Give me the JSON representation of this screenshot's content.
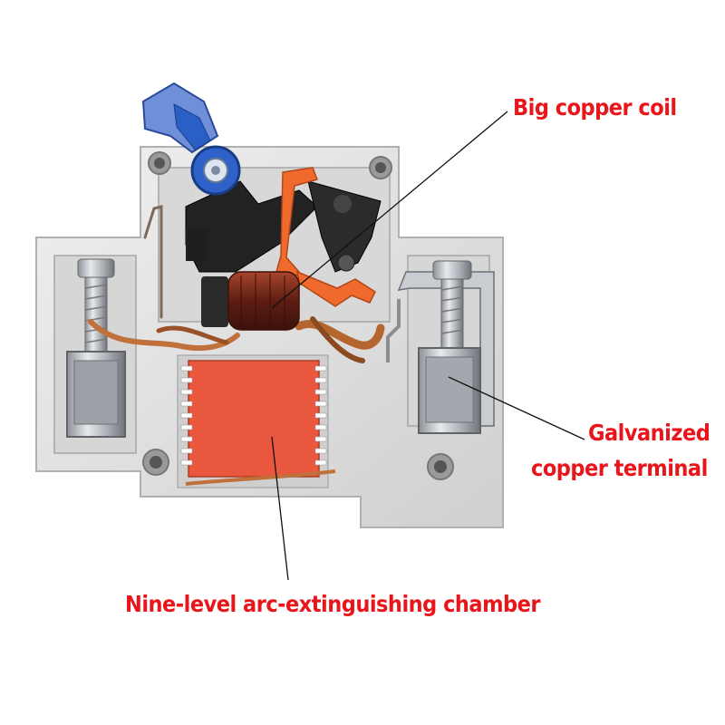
{
  "annotations": {
    "coil": "Big copper coil",
    "terminal_line1": "Galvanized",
    "terminal_line2": "copper terminal",
    "chamber": "Nine-level arc-extinguishing chamber"
  },
  "colors": {
    "label": "#e8151b",
    "housing": "#e2e2e2",
    "arc_chamber": "#e8573e",
    "copper": "#c0703a",
    "coil": "#7a2a1c",
    "metal": "#b9bdc2",
    "lever_blue": "#2a5fc6",
    "latch_orange": "#ef6a2c",
    "mechanism_dark": "#222222",
    "leader_line": "#111111"
  }
}
